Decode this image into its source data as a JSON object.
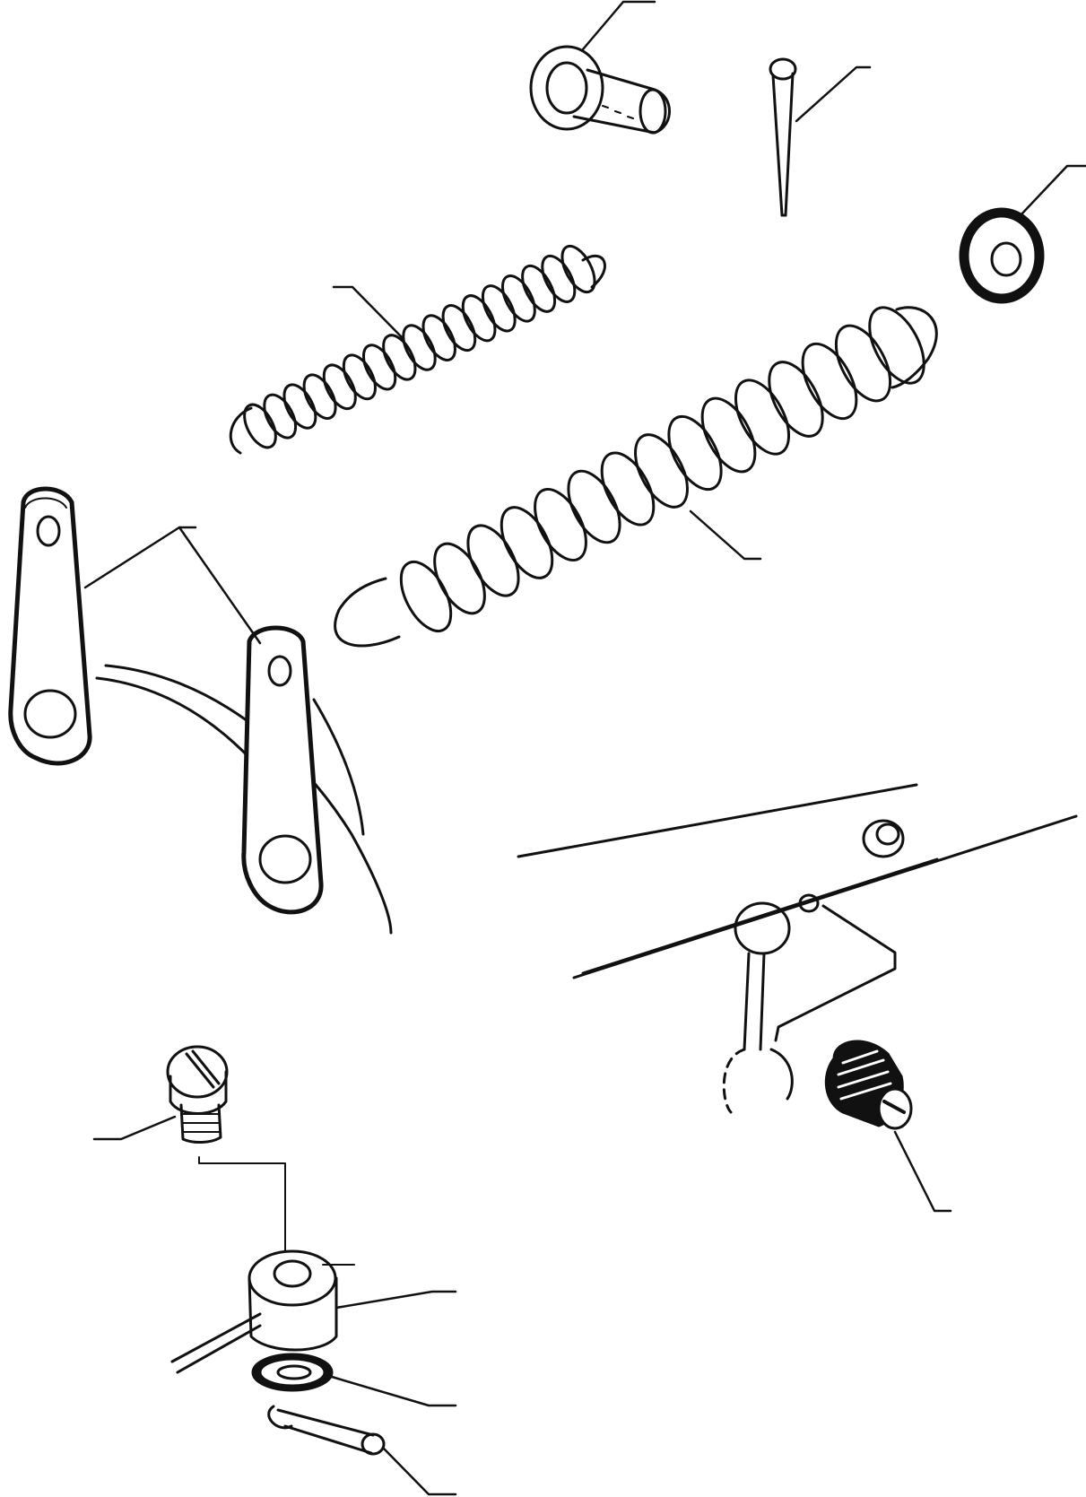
{
  "diagram": {
    "style": "exploded-parts-line-drawing",
    "colors": {
      "ink": "#111111",
      "paper": "#ffffff"
    },
    "parts": [
      {
        "id": "clevis-pin",
        "icon": "clevis-pin-icon"
      },
      {
        "id": "cotter-pin-top",
        "icon": "cotter-pin-icon"
      },
      {
        "id": "washer-top",
        "icon": "washer-icon"
      },
      {
        "id": "spring-small",
        "icon": "coil-spring-icon"
      },
      {
        "id": "spring-large",
        "icon": "coil-spring-icon"
      },
      {
        "id": "link-plates",
        "icon": "link-plate-icon"
      },
      {
        "id": "screw-left",
        "icon": "slotted-screw-icon"
      },
      {
        "id": "set-screw-right",
        "icon": "set-screw-icon"
      },
      {
        "id": "collar",
        "icon": "collar-icon"
      },
      {
        "id": "washer-bottom",
        "icon": "washer-icon"
      },
      {
        "id": "cotter-pin-bottom",
        "icon": "cotter-pin-icon"
      }
    ]
  }
}
